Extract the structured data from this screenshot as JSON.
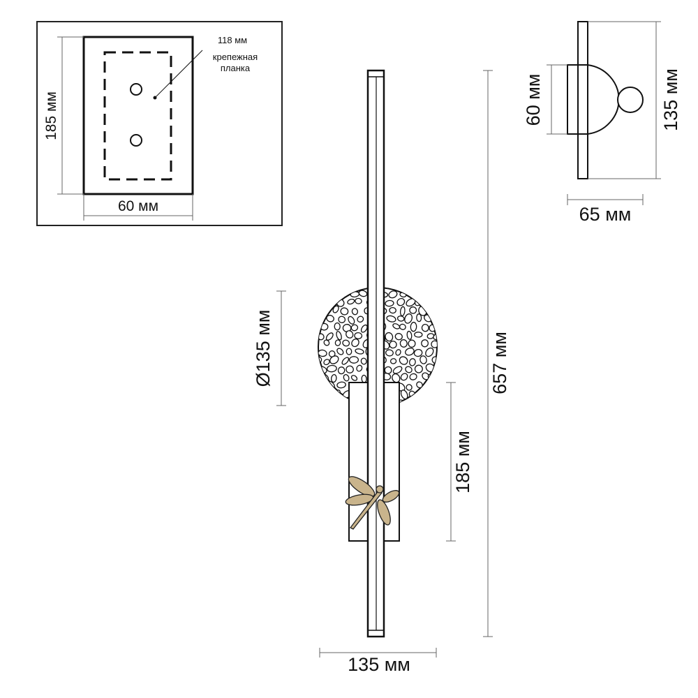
{
  "inset": {
    "width_label": "60 мм",
    "height_label": "185 мм",
    "plate_label": "118 мм",
    "plate_note_line1": "крепежная",
    "plate_note_line2": "планка"
  },
  "side_view": {
    "depth_label": "60 мм",
    "height_label": "135 мм",
    "width_label": "65 мм"
  },
  "front_view": {
    "disc_label": "Ø135 мм",
    "total_height_label": "657 мм",
    "base_height_label": "185 мм",
    "width_label": "135 мм"
  },
  "colors": {
    "line": "#1a1a1a",
    "dragonfly": "#c9b48c"
  }
}
